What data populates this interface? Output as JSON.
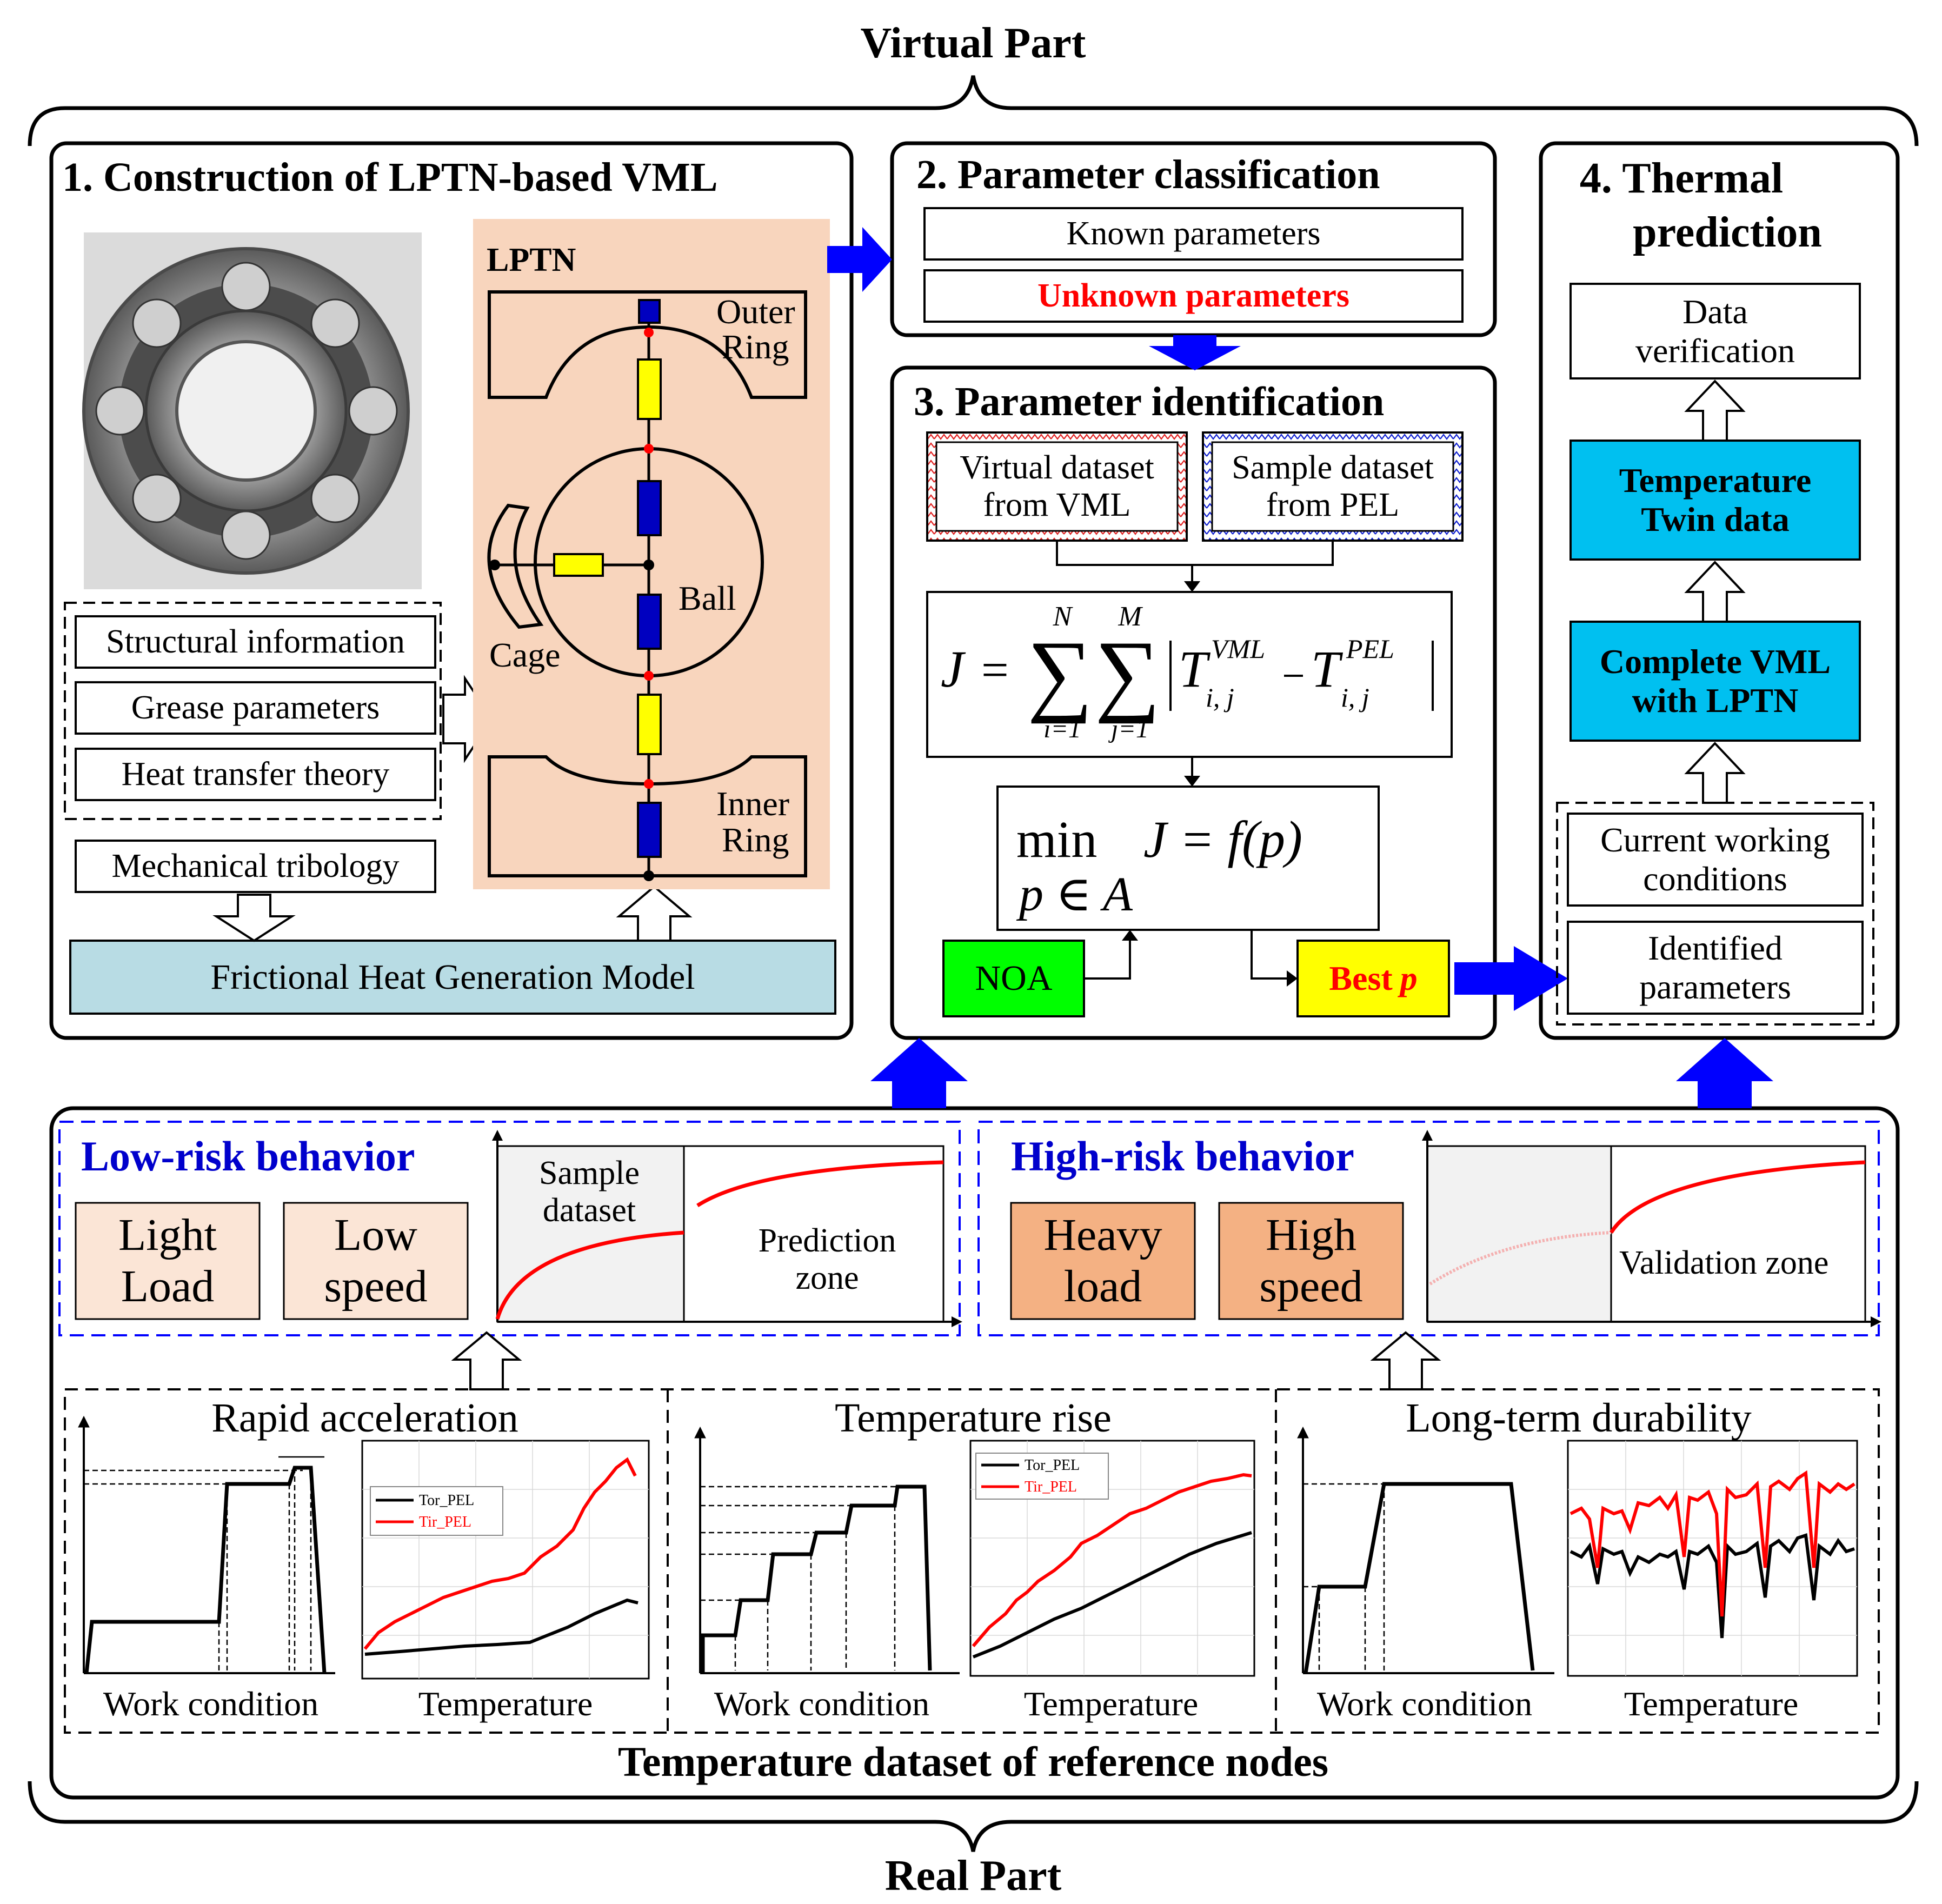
{
  "header": {
    "virtual_part": "Virtual Part",
    "real_part": "Real Part"
  },
  "panel1": {
    "title": "1. Construction of LPTN-based VML",
    "info_items": [
      "Structural information",
      "Grease parameters",
      "Heat transfer theory"
    ],
    "tribology": "Mechanical tribology",
    "friction_model": "Frictional Heat Generation Model",
    "lptn": {
      "title": "LPTN",
      "outer": [
        "Outer",
        "Ring"
      ],
      "inner": [
        "Inner",
        "Ring"
      ],
      "ball": "Ball",
      "cage": "Cage"
    }
  },
  "panel2": {
    "title": "2. Parameter classification",
    "known": "Known parameters",
    "unknown": "Unknown parameters",
    "unknown_color": "#ff0000"
  },
  "panel3": {
    "title": "3. Parameter identification",
    "virtual_dataset": [
      "Virtual dataset",
      "from VML"
    ],
    "sample_dataset": [
      "Sample dataset",
      "from PEL"
    ],
    "objective_J": "J",
    "sum_upper": [
      "N",
      "M"
    ],
    "sum_lower": [
      "i=1",
      "j=1"
    ],
    "T_sup": [
      "VML",
      "PEL"
    ],
    "T_sub": "i, j",
    "min_line": [
      "min",
      "J = f(p)"
    ],
    "constraint": "p ∈ A",
    "noa": "NOA",
    "best_p": [
      "Best",
      "p"
    ]
  },
  "panel4": {
    "title": [
      "4. Thermal",
      "prediction"
    ],
    "data_verification": [
      "Data",
      "verification"
    ],
    "twin": [
      "Temperature",
      "Twin data"
    ],
    "complete_vml": [
      "Complete VML",
      "with LPTN"
    ],
    "current_conditions": [
      "Current working",
      "conditions"
    ],
    "identified": [
      "Identified",
      "parameters"
    ]
  },
  "real": {
    "low_risk": {
      "title": "Low-risk behavior",
      "cards": [
        [
          "Light",
          "Load"
        ],
        [
          "Low",
          "speed"
        ]
      ],
      "sample_zone": [
        "Sample",
        "dataset"
      ],
      "prediction_zone": [
        "Prediction",
        "zone"
      ]
    },
    "high_risk": {
      "title": "High-risk behavior",
      "cards": [
        [
          "Heavy",
          "load"
        ],
        [
          "High",
          "speed"
        ]
      ],
      "validation_zone": "Validation zone"
    },
    "conditions": [
      {
        "title": "Rapid acceleration",
        "left": "Work condition",
        "right": "Temperature",
        "legend": [
          "Tor_PEL",
          "Tir_PEL"
        ]
      },
      {
        "title": "Temperature rise",
        "left": "Work condition",
        "right": "Temperature",
        "legend": [
          "Tor_PEL",
          "Tir_PEL"
        ]
      },
      {
        "title": "Long-term durability",
        "left": "Work condition",
        "right": "Temperature"
      }
    ],
    "dataset_title": "Temperature dataset of reference nodes"
  },
  "colors": {
    "arrow_blue": "#0000ff",
    "title_blue": "#0000cc",
    "lptn_bg": "#f8d5bd",
    "model_box": "#b8dce4",
    "cyan": "#00c0f0",
    "noa": "#00ff00",
    "best": "#ffff00",
    "light_card": "#fbe5d6",
    "heavy_card": "#f4b183"
  }
}
